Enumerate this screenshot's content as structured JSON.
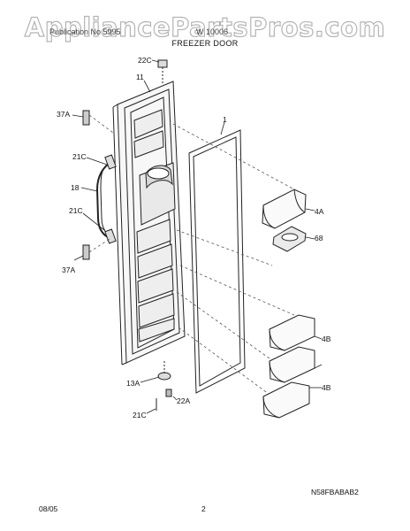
{
  "header": {
    "watermark": "AppliancePartsPros.com",
    "left_text": "Publication No 5995",
    "right_text": "W 10006",
    "section_title": "FREEZER DOOR"
  },
  "callouts": [
    {
      "id": "c-22c",
      "label": "22C"
    },
    {
      "id": "c-11",
      "label": "11"
    },
    {
      "id": "c-1",
      "label": "1"
    },
    {
      "id": "c-37a-top",
      "label": "37A"
    },
    {
      "id": "c-21c-top",
      "label": "21C"
    },
    {
      "id": "c-18",
      "label": "18"
    },
    {
      "id": "c-21c-mid",
      "label": "21C"
    },
    {
      "id": "c-37a-bot",
      "label": "37A"
    },
    {
      "id": "c-4a",
      "label": "4A"
    },
    {
      "id": "c-68",
      "label": "68"
    },
    {
      "id": "c-4b-top",
      "label": "4B"
    },
    {
      "id": "c-4b-bot",
      "label": "4B"
    },
    {
      "id": "c-13a",
      "label": "13A"
    },
    {
      "id": "c-22a",
      "label": "22A"
    },
    {
      "id": "c-21c-bot",
      "label": "21C"
    }
  ],
  "footer": {
    "diagram_code": "N58FBABAB2",
    "date": "08/05",
    "page_number": "2"
  }
}
